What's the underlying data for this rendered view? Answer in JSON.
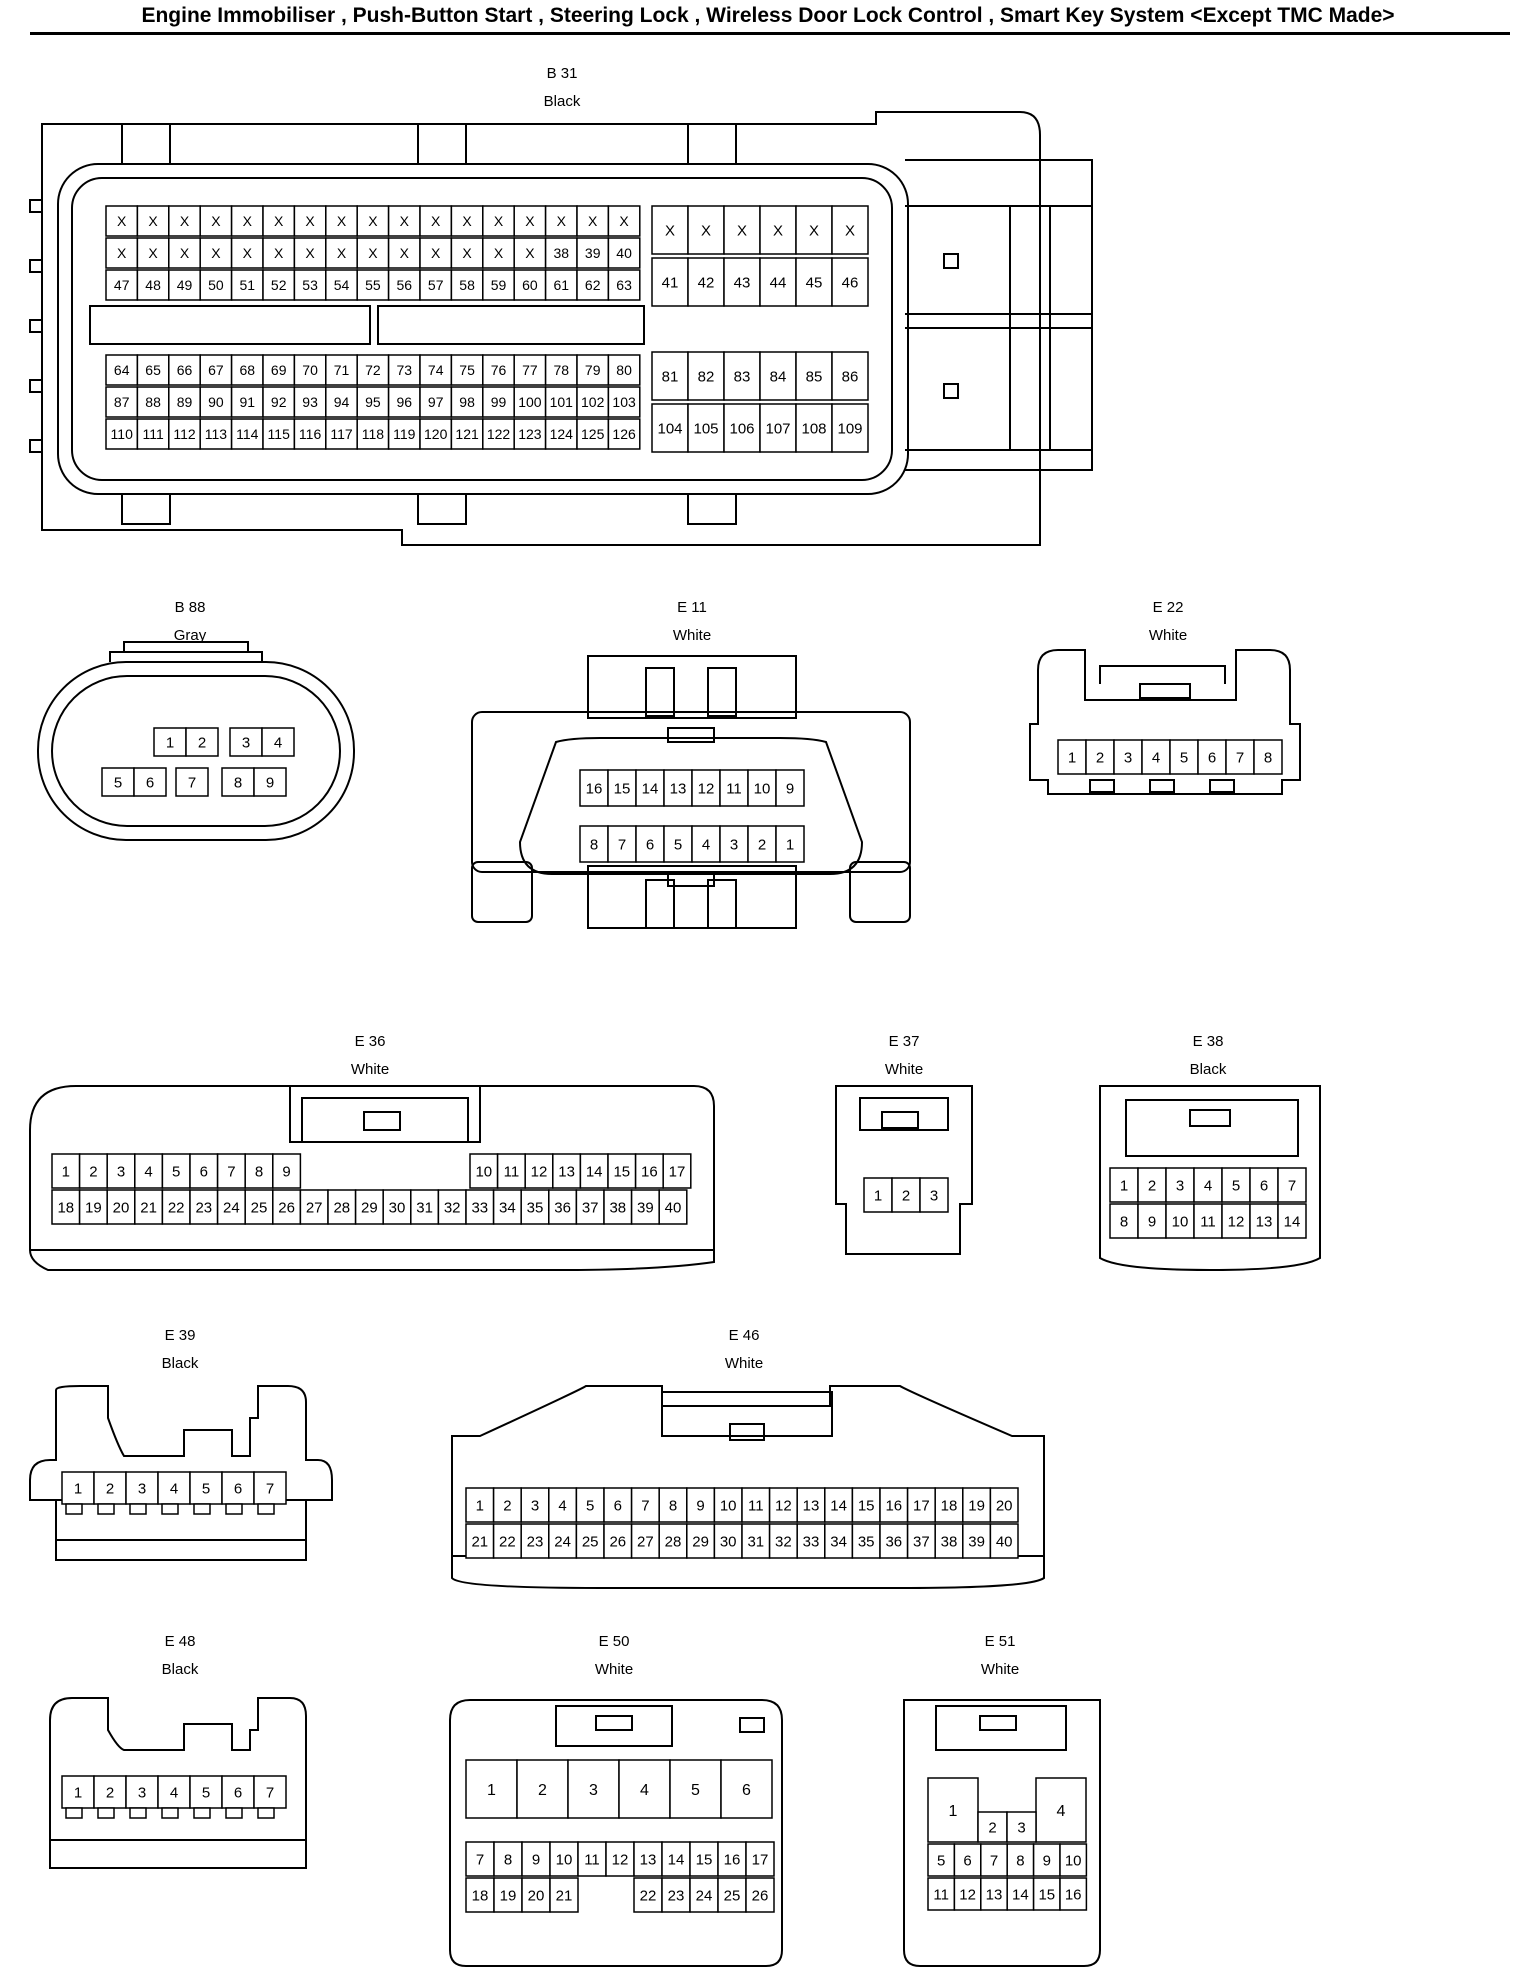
{
  "header": {
    "title": "Engine Immobiliser , Push-Button Start , Steering Lock , Wireless Door Lock Control , Smart Key System <Except TMC Made>"
  },
  "connectors": [
    {
      "id": "B31",
      "label": "B 31",
      "color": "Black",
      "left_rows": [
        [
          "X",
          "X",
          "X",
          "X",
          "X",
          "X",
          "X",
          "X",
          "X",
          "X",
          "X",
          "X",
          "X",
          "X",
          "X",
          "X",
          "X"
        ],
        [
          "X",
          "X",
          "X",
          "X",
          "X",
          "X",
          "X",
          "X",
          "X",
          "X",
          "X",
          "X",
          "X",
          "X",
          "38",
          "39",
          "40"
        ],
        [
          "47",
          "48",
          "49",
          "50",
          "51",
          "52",
          "53",
          "54",
          "55",
          "56",
          "57",
          "58",
          "59",
          "60",
          "61",
          "62",
          "63"
        ],
        [
          "64",
          "65",
          "66",
          "67",
          "68",
          "69",
          "70",
          "71",
          "72",
          "73",
          "74",
          "75",
          "76",
          "77",
          "78",
          "79",
          "80"
        ],
        [
          "87",
          "88",
          "89",
          "90",
          "91",
          "92",
          "93",
          "94",
          "95",
          "96",
          "97",
          "98",
          "99",
          "100",
          "101",
          "102",
          "103"
        ],
        [
          "110",
          "111",
          "112",
          "113",
          "114",
          "115",
          "116",
          "117",
          "118",
          "119",
          "120",
          "121",
          "122",
          "123",
          "124",
          "125",
          "126"
        ]
      ],
      "right_rows": [
        [
          "X",
          "X",
          "X",
          "X",
          "X",
          "X"
        ],
        [
          "41",
          "42",
          "43",
          "44",
          "45",
          "46"
        ],
        [
          "81",
          "82",
          "83",
          "84",
          "85",
          "86"
        ],
        [
          "104",
          "105",
          "106",
          "107",
          "108",
          "109"
        ]
      ]
    },
    {
      "id": "B88",
      "label": "B 88",
      "color": "Gray",
      "pins": [
        "1",
        "2",
        "3",
        "4",
        "5",
        "6",
        "7",
        "8",
        "9"
      ]
    },
    {
      "id": "E11",
      "label": "E 11",
      "color": "White",
      "rows": [
        [
          "16",
          "15",
          "14",
          "13",
          "12",
          "11",
          "10",
          "9"
        ],
        [
          "8",
          "7",
          "6",
          "5",
          "4",
          "3",
          "2",
          "1"
        ]
      ]
    },
    {
      "id": "E22",
      "label": "E 22",
      "color": "White",
      "rows": [
        [
          "1",
          "2",
          "3",
          "4",
          "5",
          "6",
          "7",
          "8"
        ]
      ]
    },
    {
      "id": "E36",
      "label": "E 36",
      "color": "White",
      "rows": [
        [
          "1",
          "2",
          "3",
          "4",
          "5",
          "6",
          "7",
          "8",
          "9",
          "10",
          "11",
          "12",
          "13",
          "14",
          "15",
          "16",
          "17"
        ],
        [
          "18",
          "19",
          "20",
          "21",
          "22",
          "23",
          "24",
          "25",
          "26",
          "27",
          "28",
          "29",
          "30",
          "31",
          "32",
          "33",
          "34",
          "35",
          "36",
          "37",
          "38",
          "39",
          "40"
        ]
      ]
    },
    {
      "id": "E37",
      "label": "E 37",
      "color": "White",
      "rows": [
        [
          "1",
          "2",
          "3"
        ]
      ]
    },
    {
      "id": "E38",
      "label": "E 38",
      "color": "Black",
      "rows": [
        [
          "1",
          "2",
          "3",
          "4",
          "5",
          "6",
          "7"
        ],
        [
          "8",
          "9",
          "10",
          "11",
          "12",
          "13",
          "14"
        ]
      ]
    },
    {
      "id": "E39",
      "label": "E 39",
      "color": "Black",
      "rows": [
        [
          "1",
          "2",
          "3",
          "4",
          "5",
          "6",
          "7"
        ]
      ]
    },
    {
      "id": "E46",
      "label": "E 46",
      "color": "White",
      "rows": [
        [
          "1",
          "2",
          "3",
          "4",
          "5",
          "6",
          "7",
          "8",
          "9",
          "10",
          "11",
          "12",
          "13",
          "14",
          "15",
          "16",
          "17",
          "18",
          "19",
          "20"
        ],
        [
          "21",
          "22",
          "23",
          "24",
          "25",
          "26",
          "27",
          "28",
          "29",
          "30",
          "31",
          "32",
          "33",
          "34",
          "35",
          "36",
          "37",
          "38",
          "39",
          "40"
        ]
      ]
    },
    {
      "id": "E48",
      "label": "E 48",
      "color": "Black",
      "rows": [
        [
          "1",
          "2",
          "3",
          "4",
          "5",
          "6",
          "7"
        ]
      ]
    },
    {
      "id": "E50",
      "label": "E 50",
      "color": "White",
      "rows": [
        [
          "1",
          "2",
          "3",
          "4",
          "5",
          "6"
        ],
        [
          "7",
          "8",
          "9",
          "10",
          "11",
          "12",
          "13",
          "14",
          "15",
          "16",
          "17"
        ],
        [
          "18",
          "19",
          "20",
          "21",
          "22",
          "23",
          "24",
          "25",
          "26"
        ]
      ]
    },
    {
      "id": "E51",
      "label": "E 51",
      "color": "White",
      "rows": [
        [
          "1",
          "4"
        ],
        [
          "2",
          "3"
        ],
        [
          "5",
          "6",
          "7",
          "8",
          "9",
          "10"
        ],
        [
          "11",
          "12",
          "13",
          "14",
          "15",
          "16"
        ]
      ]
    }
  ]
}
